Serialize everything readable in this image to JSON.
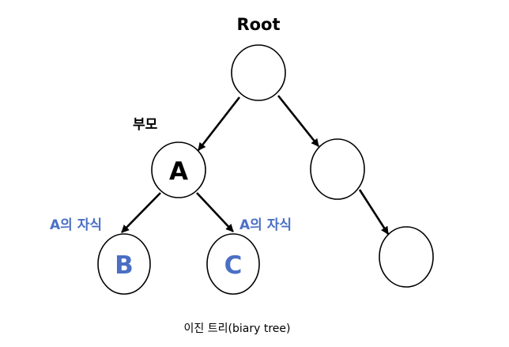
{
  "diagram": {
    "root_label": "Root",
    "parent_label": "부모",
    "child_label_left": "A의 자식",
    "child_label_right": "A의 자식",
    "caption": "이진 트리(biary tree)",
    "nodes": {
      "root": "",
      "a": "A",
      "right": "",
      "b": "B",
      "c": "C",
      "right_child": ""
    },
    "colors": {
      "accent_blue": "#4a6fc4",
      "line": "#000000"
    }
  }
}
